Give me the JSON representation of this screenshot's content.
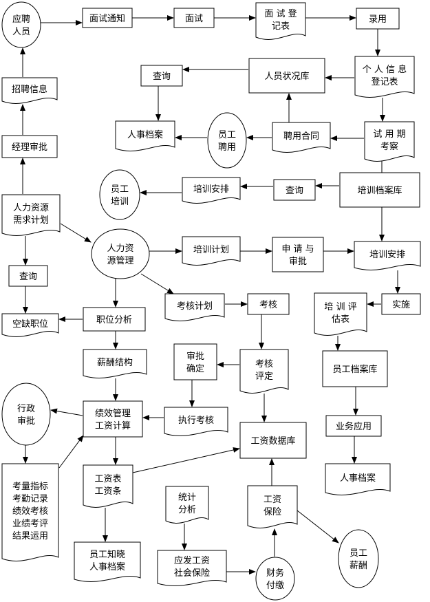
{
  "nodes": [
    {
      "id": "n_yingpin_renyuan",
      "shape": "ellipse",
      "lines": [
        "应聘",
        "人员"
      ]
    },
    {
      "id": "n_mianshi_tongzhi",
      "shape": "box",
      "lines": [
        "面试通知"
      ]
    },
    {
      "id": "n_mianshi",
      "shape": "box",
      "lines": [
        "面试"
      ]
    },
    {
      "id": "n_mianshi_dengjibiao",
      "shape": "doc",
      "lines": [
        "面 试 登",
        "记表"
      ]
    },
    {
      "id": "n_luyong",
      "shape": "box",
      "lines": [
        "录用"
      ]
    },
    {
      "id": "n_zhaopin_xinxi",
      "shape": "doc",
      "lines": [
        "招聘信息"
      ]
    },
    {
      "id": "n_chaxun_1",
      "shape": "box",
      "lines": [
        "查询"
      ]
    },
    {
      "id": "n_renyuan_zhuangkuangku",
      "shape": "box",
      "lines": [
        "人员状况库"
      ]
    },
    {
      "id": "n_geren_xinxi",
      "shape": "doc",
      "lines": [
        "个 人 信 息",
        "登记表"
      ]
    },
    {
      "id": "n_renshi_dangan_1",
      "shape": "doc",
      "lines": [
        "人事档案"
      ]
    },
    {
      "id": "n_yuangong_pinyong",
      "shape": "ellipse",
      "lines": [
        "员工",
        "聘用"
      ]
    },
    {
      "id": "n_pinyong_hetong",
      "shape": "doc",
      "lines": [
        "聘用合同"
      ]
    },
    {
      "id": "n_shiyongqi",
      "shape": "doc",
      "lines": [
        "试 用 期",
        "考察"
      ]
    },
    {
      "id": "n_jingli_shenpi",
      "shape": "box",
      "lines": [
        "经理审批"
      ]
    },
    {
      "id": "n_yuangong_peixun",
      "shape": "ellipse",
      "lines": [
        "员工",
        "培训"
      ]
    },
    {
      "id": "n_peixun_anpai_1",
      "shape": "doc",
      "lines": [
        "培训安排"
      ]
    },
    {
      "id": "n_chaxun_2",
      "shape": "box",
      "lines": [
        "查询"
      ]
    },
    {
      "id": "n_peixun_danganku",
      "shape": "box",
      "lines": [
        "培训档案库"
      ]
    },
    {
      "id": "n_renli_xuqiu",
      "shape": "doc",
      "lines": [
        "人力资源",
        "需求计划"
      ]
    },
    {
      "id": "n_renli_guanli",
      "shape": "ellipse",
      "lines": [
        "人力资",
        "源管理"
      ]
    },
    {
      "id": "n_peixun_jihua",
      "shape": "doc",
      "lines": [
        "培训计划"
      ]
    },
    {
      "id": "n_shenqing_shenpi",
      "shape": "box",
      "lines": [
        "申 请 与",
        "审批"
      ]
    },
    {
      "id": "n_peixun_anpai_2",
      "shape": "doc",
      "lines": [
        "培训安排"
      ]
    },
    {
      "id": "n_chaxun_3",
      "shape": "box",
      "lines": [
        "查询"
      ]
    },
    {
      "id": "n_kaohe_jihua",
      "shape": "doc",
      "lines": [
        "考核计划"
      ]
    },
    {
      "id": "n_kaohe",
      "shape": "box",
      "lines": [
        "考核"
      ]
    },
    {
      "id": "n_shishi",
      "shape": "box",
      "lines": [
        "实施"
      ]
    },
    {
      "id": "n_kongque_zhiwei",
      "shape": "doc",
      "lines": [
        "空缺职位"
      ]
    },
    {
      "id": "n_zhiwei_fenxi",
      "shape": "box",
      "lines": [
        "职位分析"
      ]
    },
    {
      "id": "n_peixun_pinggu",
      "shape": "doc",
      "lines": [
        "培 训 评",
        "估表"
      ]
    },
    {
      "id": "n_xinchou_jiegou",
      "shape": "doc",
      "lines": [
        "薪酬结构"
      ]
    },
    {
      "id": "n_shenpi_queding",
      "shape": "box",
      "lines": [
        "审批",
        "确定"
      ]
    },
    {
      "id": "n_kaohe_pingding",
      "shape": "doc",
      "lines": [
        "考核",
        "评定"
      ]
    },
    {
      "id": "n_yuangong_danganku",
      "shape": "box",
      "lines": [
        "员工档案库"
      ]
    },
    {
      "id": "n_xingzheng_shenpi",
      "shape": "ellipse",
      "lines": [
        "行政",
        "审批"
      ]
    },
    {
      "id": "n_jixiao_guanli",
      "shape": "box",
      "lines": [
        "绩效管理",
        "工资计算"
      ]
    },
    {
      "id": "n_zhixing_kaohe",
      "shape": "doc",
      "lines": [
        "执行考核"
      ]
    },
    {
      "id": "n_gongzi_shujuku",
      "shape": "box",
      "lines": [
        "工资数据库"
      ]
    },
    {
      "id": "n_yewu_yingyong",
      "shape": "box",
      "lines": [
        "业务应用"
      ]
    },
    {
      "id": "n_kaoliang_zhibiao",
      "shape": "doc",
      "lines": [
        "考量指标",
        "考勤记录",
        "绩效考核",
        "业绩考评",
        "结果运用"
      ]
    },
    {
      "id": "n_gongzibiao",
      "shape": "doc",
      "lines": [
        "工资表",
        "工资条"
      ]
    },
    {
      "id": "n_renshi_dangan_2",
      "shape": "doc",
      "lines": [
        "人事档案"
      ]
    },
    {
      "id": "n_tongji_fenxi",
      "shape": "doc",
      "lines": [
        "统计",
        "分析"
      ]
    },
    {
      "id": "n_gongzi_baoxian",
      "shape": "doc",
      "lines": [
        "工资",
        "保险"
      ]
    },
    {
      "id": "n_yuangong_xinchou",
      "shape": "ellipse",
      "lines": [
        "员工",
        "薪酬"
      ]
    },
    {
      "id": "n_yuangong_zhixiao",
      "shape": "doc",
      "lines": [
        "员工知晓",
        "人事档案"
      ]
    },
    {
      "id": "n_yingfa_gongzi",
      "shape": "doc",
      "lines": [
        "应发工资",
        "社会保险"
      ]
    },
    {
      "id": "n_caiwu_fujiao",
      "shape": "ellipse",
      "lines": [
        "财务",
        "付缴"
      ]
    }
  ]
}
